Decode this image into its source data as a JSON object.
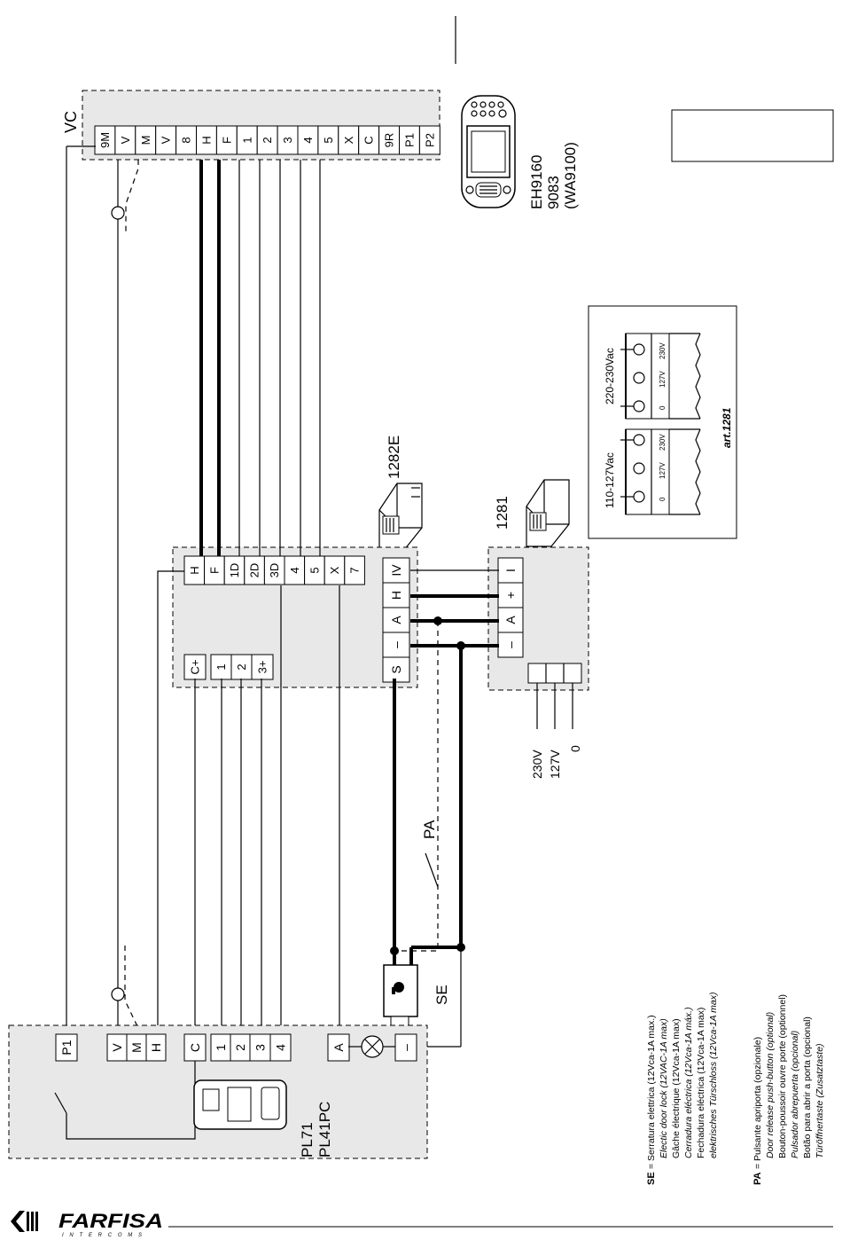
{
  "vc": {
    "label": "VC",
    "terminals": [
      "9M",
      "V",
      "M",
      "V",
      "8",
      "H",
      "F",
      "1",
      "2",
      "3",
      "4",
      "5",
      "X",
      "C",
      "9R",
      "P1",
      "P2"
    ]
  },
  "monitor": {
    "models": [
      "EH9160",
      "9083",
      "(WA9100)"
    ]
  },
  "module_1282e": {
    "label": "1282E",
    "top_terminals": [
      "H",
      "F",
      "1D",
      "2D",
      "3D",
      "4",
      "5",
      "X",
      "7"
    ],
    "right_terminals": [
      "IV",
      "H",
      "A",
      "–",
      "S"
    ],
    "bottom_terminals": [
      "C+",
      "1",
      "2",
      "3+"
    ]
  },
  "psu_1281": {
    "label": "1281",
    "terminals": [
      "I",
      "+",
      "A",
      "–"
    ],
    "mains": [
      "230V",
      "127V",
      "0"
    ]
  },
  "inset_1281": {
    "panels": [
      {
        "voltage": "110-127Vac",
        "taps": [
          "0",
          "127V",
          "230V"
        ]
      },
      {
        "voltage": "220-230Vac",
        "taps": [
          "0",
          "127V",
          "230V"
        ]
      }
    ],
    "caption": "art.1281"
  },
  "panel": {
    "models": [
      "PL71",
      "PL41PC"
    ],
    "terminals": {
      "p1": "P1",
      "v": "V",
      "m": "M",
      "h": "H",
      "c": "C",
      "t1": "1",
      "t2": "2",
      "t3": "3",
      "t4": "4",
      "a": "A",
      "minus": "–"
    }
  },
  "labels": {
    "pa": "PA",
    "se": "SE"
  },
  "legend": {
    "se_key": "SE",
    "se_lines": [
      "= Serratura elettrica (12Vca-1A max.)",
      "Electic door lock (12VAC-1A  max)",
      "Gâche électrique (12Vca-1A max)",
      "Cerradura eléctrica (12Vca-1A máx.)",
      "Fechadura eléctrica (12Vca-1A max)",
      "elektrisches Türschloss  (12Vca-1A  max)"
    ],
    "pa_key": "PA",
    "pa_lines": [
      "= Pulsante apriporta (opzionale)",
      "Door release push-button (optional)",
      "Bouton-poussoir ouvre porte (optionnel)",
      "Pulsador abrepuerta (opcional)",
      "Botão para abrir a porta (opcional)",
      "Türöffnertaste (Zusatztaste)"
    ]
  },
  "brand": {
    "name": "FARFISA",
    "sub": "INTERCOMS"
  }
}
